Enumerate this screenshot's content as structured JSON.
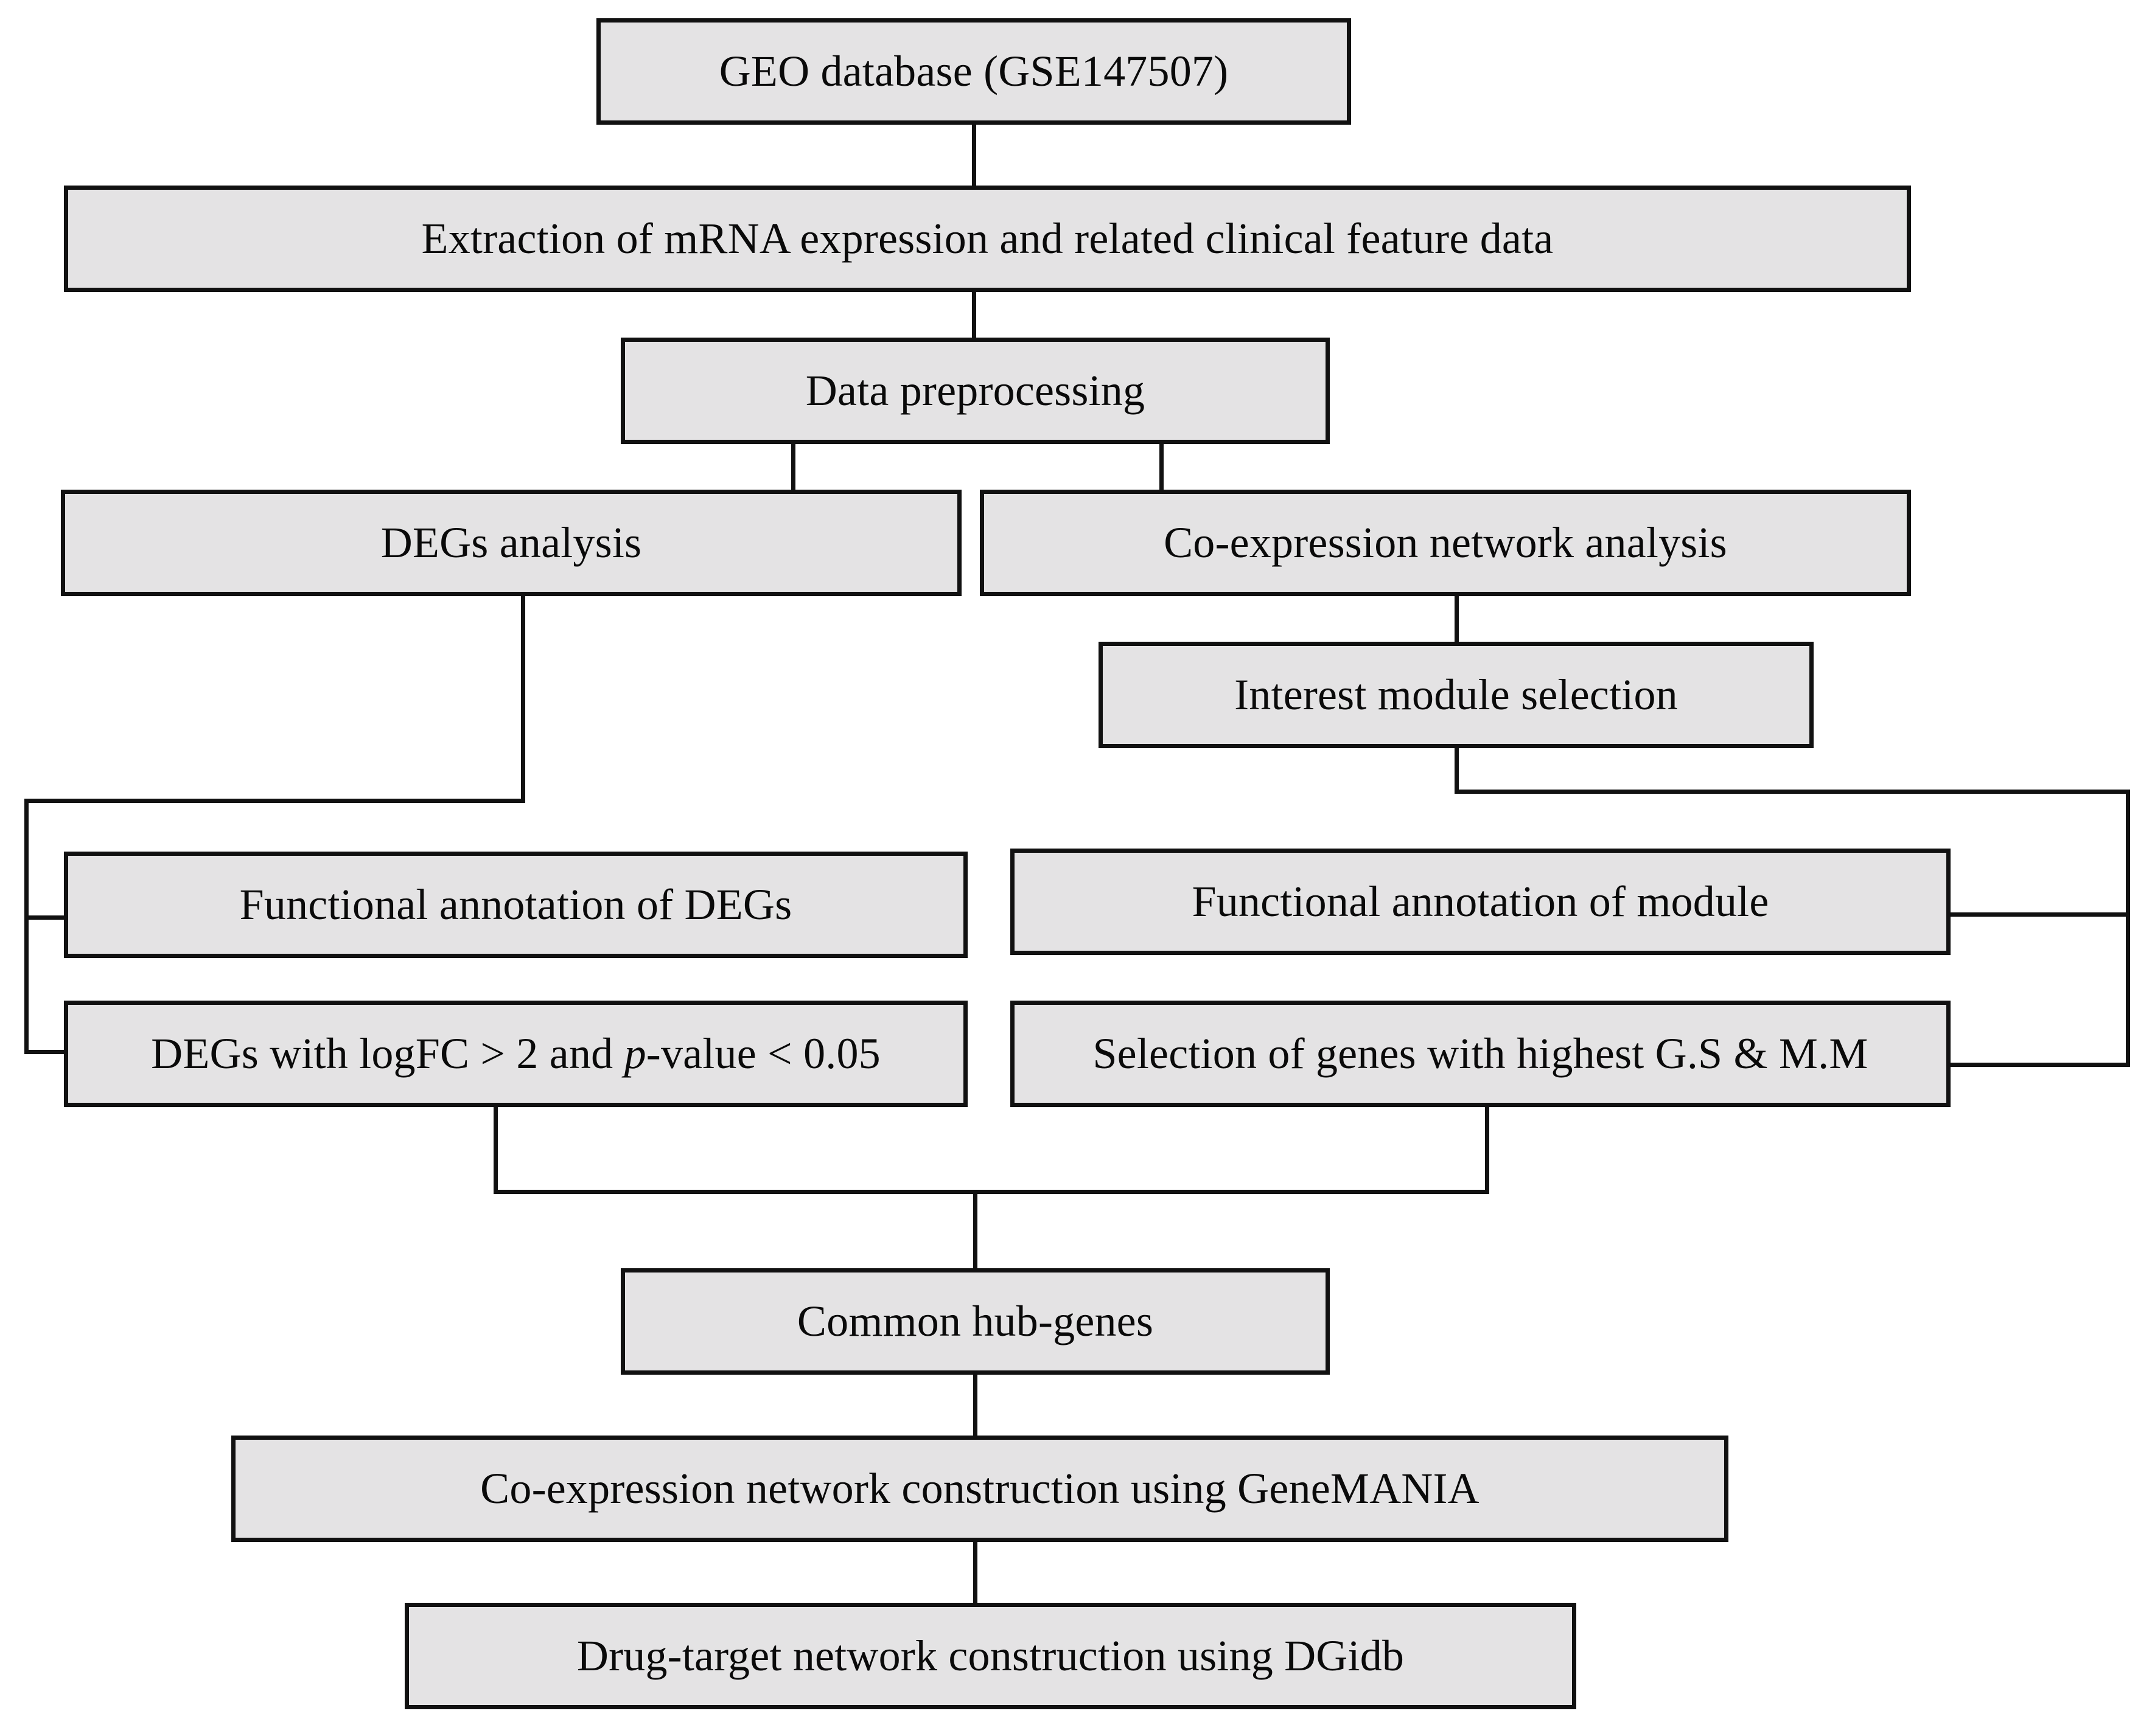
{
  "diagram": {
    "title": "Study workflow flowchart",
    "type": "flowchart",
    "fill_color": "#e4e3e4",
    "border_color": "#111111",
    "background_color": "#ffffff",
    "nodes": [
      {
        "id": "geo",
        "label": "GEO database (GSE147507)"
      },
      {
        "id": "extraction",
        "label": "Extraction of mRNA expression and related clinical feature data"
      },
      {
        "id": "preprocess",
        "label": "Data preprocessing"
      },
      {
        "id": "degs",
        "label": "DEGs analysis"
      },
      {
        "id": "coexpr",
        "label": "Co-expression network analysis"
      },
      {
        "id": "module",
        "label": "Interest module selection"
      },
      {
        "id": "fa_degs",
        "label": "Functional annotation of DEGs"
      },
      {
        "id": "fa_module",
        "label": "Functional annotation of module"
      },
      {
        "id": "logfc_pre",
        "label": "DEGs with logFC > 2 and "
      },
      {
        "id": "logfc_ital",
        "label": "p"
      },
      {
        "id": "logfc_post",
        "label": "-value < 0.05"
      },
      {
        "id": "gsmm",
        "label": "Selection of genes with highest G.S & M.M"
      },
      {
        "id": "hub",
        "label": "Common hub-genes"
      },
      {
        "id": "genemania",
        "label": "Co-expression network construction using GeneMANIA"
      },
      {
        "id": "dgidb",
        "label": "Drug-target network construction using DGidb"
      }
    ],
    "edges": [
      {
        "from": "geo",
        "to": "extraction"
      },
      {
        "from": "extraction",
        "to": "preprocess"
      },
      {
        "from": "preprocess",
        "to": "degs"
      },
      {
        "from": "preprocess",
        "to": "coexpr"
      },
      {
        "from": "coexpr",
        "to": "module"
      },
      {
        "from": "degs",
        "to": "fa_degs"
      },
      {
        "from": "degs",
        "to": "logfc_pre"
      },
      {
        "from": "module",
        "to": "fa_module"
      },
      {
        "from": "module",
        "to": "gsmm"
      },
      {
        "from": "logfc_pre",
        "to": "hub"
      },
      {
        "from": "gsmm",
        "to": "hub"
      },
      {
        "from": "hub",
        "to": "genemania"
      },
      {
        "from": "genemania",
        "to": "dgidb"
      }
    ]
  }
}
